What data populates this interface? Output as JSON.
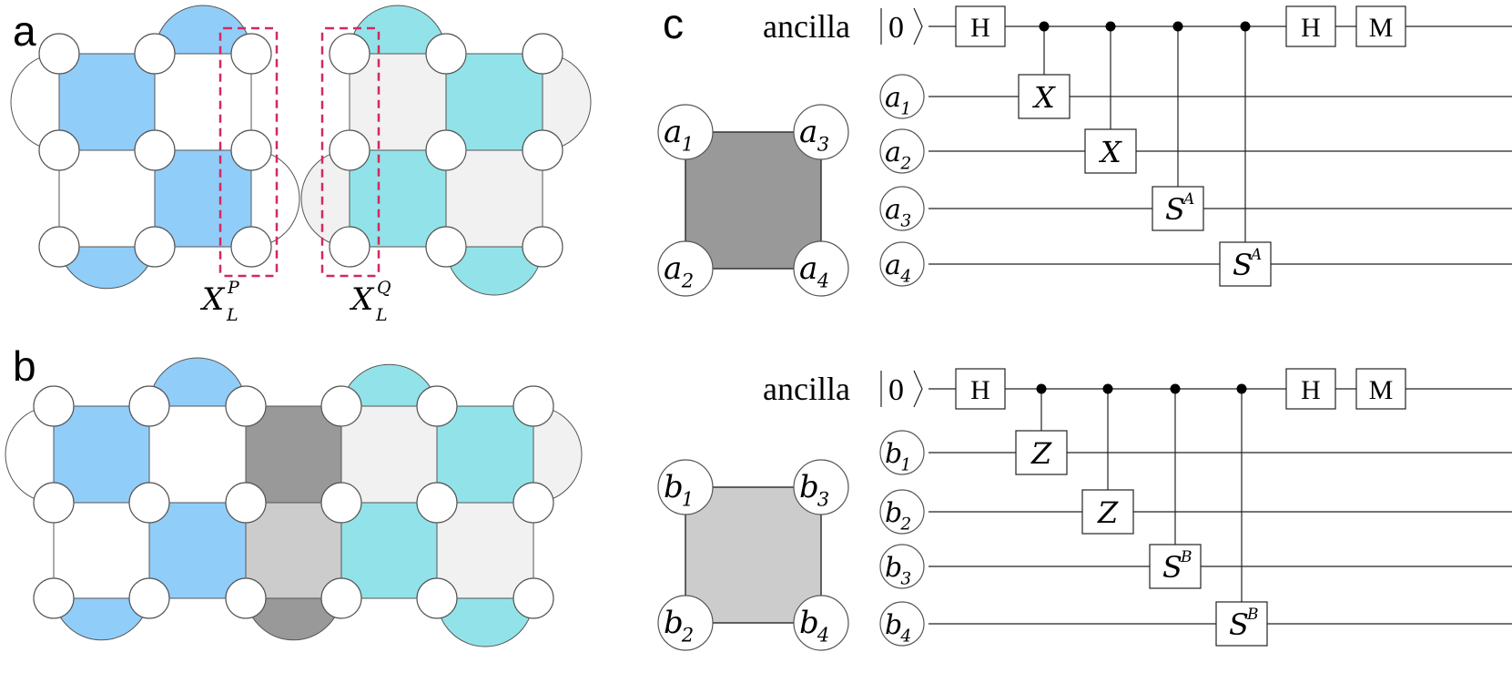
{
  "colors": {
    "blue": "#91cdf9",
    "cyan": "#92e3e9",
    "light_gray": "#f1f1f1",
    "dark_gray": "#999999",
    "mid_gray": "#cccccc",
    "highlight": "#d1295f"
  },
  "panels": {
    "a": "a",
    "b": "b",
    "c": "c"
  },
  "logical_ops": {
    "xp_base": "X",
    "xp_sup": "P",
    "xp_sub": "L",
    "xq_base": "X",
    "xq_sup": "Q",
    "xq_sub": "L"
  },
  "circuit_a": {
    "ancilla_label": "ancilla",
    "ket": "0",
    "qubits": [
      {
        "base": "a",
        "sub": "1"
      },
      {
        "base": "a",
        "sub": "2"
      },
      {
        "base": "a",
        "sub": "3"
      },
      {
        "base": "a",
        "sub": "4"
      }
    ],
    "h1": "H",
    "h2": "H",
    "measure": "M",
    "gates": [
      {
        "base": "X",
        "sup": ""
      },
      {
        "base": "X",
        "sup": ""
      },
      {
        "base": "S",
        "sup": "A"
      },
      {
        "base": "S",
        "sup": "A"
      }
    ]
  },
  "circuit_b": {
    "ancilla_label": "ancilla",
    "ket": "0",
    "qubits": [
      {
        "base": "b",
        "sub": "1"
      },
      {
        "base": "b",
        "sub": "2"
      },
      {
        "base": "b",
        "sub": "3"
      },
      {
        "base": "b",
        "sub": "4"
      }
    ],
    "h1": "H",
    "h2": "H",
    "measure": "M",
    "gates": [
      {
        "base": "Z",
        "sup": ""
      },
      {
        "base": "Z",
        "sup": ""
      },
      {
        "base": "S",
        "sup": "B"
      },
      {
        "base": "S",
        "sup": "B"
      }
    ]
  }
}
